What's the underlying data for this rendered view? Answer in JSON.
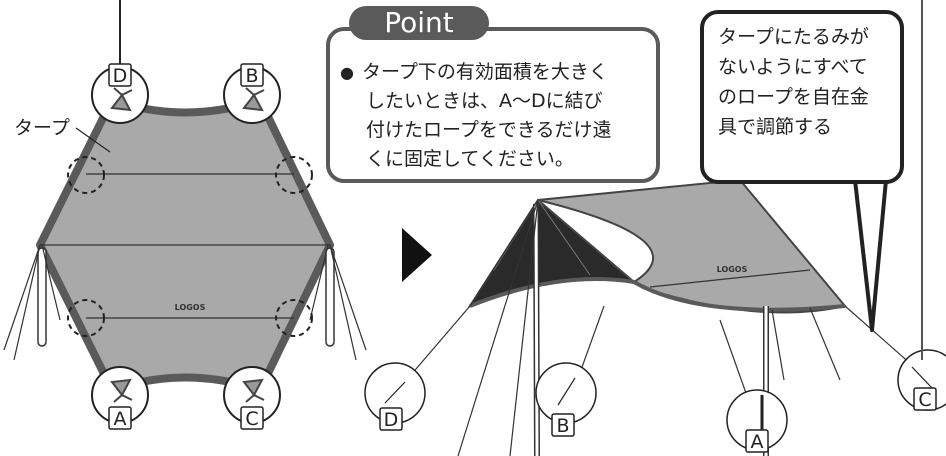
{
  "point": {
    "badge": "Point",
    "bullet": "●",
    "lines": [
      "タープ下の有効面積を大きく",
      "したいときは、A〜Dに結び",
      "付けたロープをできるだけ遠",
      "くに固定してください。"
    ]
  },
  "callout": {
    "lines": [
      "タープにたるみが",
      "ないようにすべて",
      "のロープを自在金",
      "具で調節する"
    ]
  },
  "left_diagram": {
    "tarp_label": "タープ",
    "logo": "LOGOS",
    "corners": [
      "D",
      "B",
      "A",
      "C"
    ]
  },
  "right_diagram": {
    "logo": "LOGOS",
    "stakes": [
      "D",
      "B",
      "A",
      "C"
    ]
  }
}
